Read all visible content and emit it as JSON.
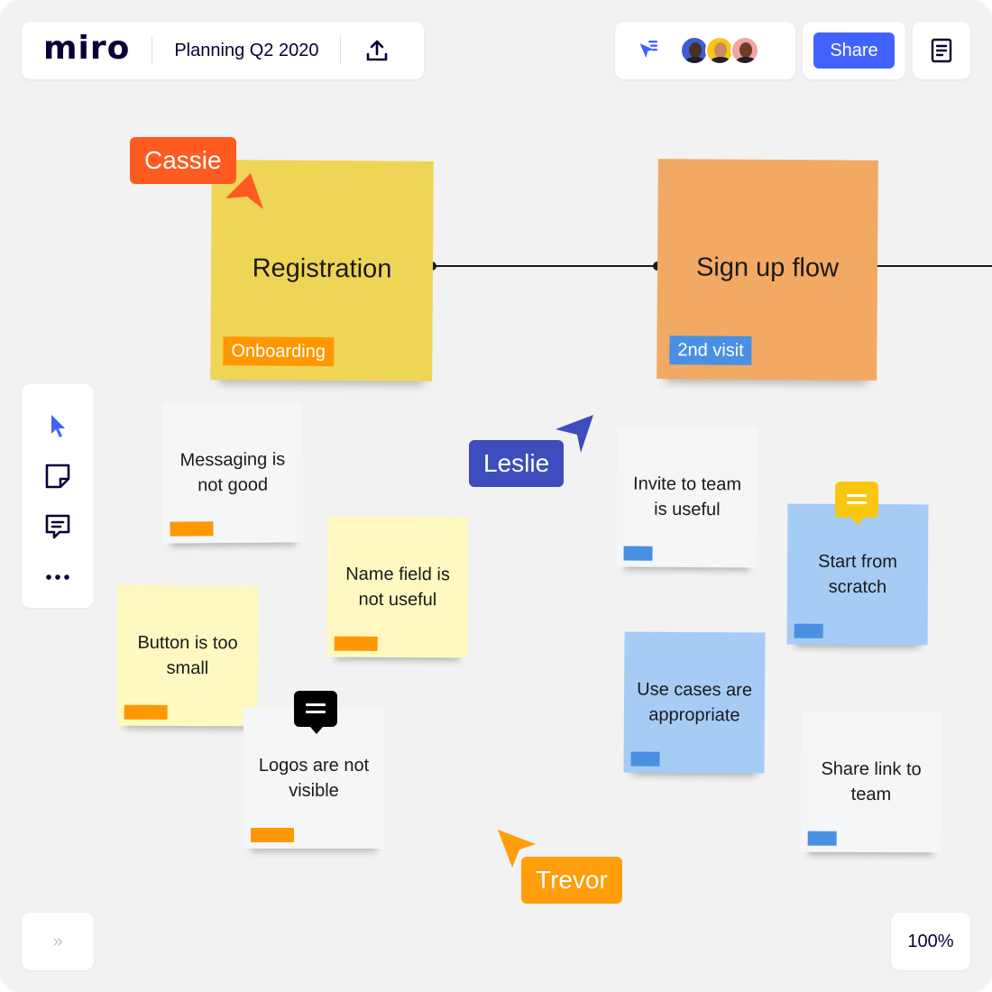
{
  "app": {
    "logo": "miro",
    "board_title": "Planning Q2 2020",
    "icons": {
      "upload": "upload-icon",
      "follow": "follow-cursor-icon",
      "notes": "notes-icon"
    }
  },
  "collaborators": [
    {
      "name": "avatar-1",
      "skin": "#4a3020",
      "bg": "#3f5bd8"
    },
    {
      "name": "avatar-2",
      "skin": "#c98b5e",
      "bg": "#fac710"
    },
    {
      "name": "avatar-3",
      "skin": "#6b3f26",
      "bg": "#f2a3a3"
    }
  ],
  "toolbar": {
    "share_label": "Share",
    "zoom_label": "100%",
    "expand_label": "»",
    "tools": [
      "select-tool-icon",
      "sticky-note-tool-icon",
      "comment-tool-icon",
      "more-tools-icon"
    ]
  },
  "flow": [
    {
      "title": "Registration",
      "tag": "Onboarding",
      "color": "#efd556",
      "tag_color": "#ff9800"
    },
    {
      "title": "Sign up flow",
      "tag": "2nd visit",
      "color": "#f2a963",
      "tag_color": "#4a90e2"
    }
  ],
  "stickies": [
    {
      "text": "Messaging is not good",
      "color": "#f5f6f8",
      "mark": "#ff9800"
    },
    {
      "text": "Name field is not useful",
      "color": "#fff9c1",
      "mark": "#ff9800"
    },
    {
      "text": "Button is too small",
      "color": "#fff9c1",
      "mark": "#ff9800"
    },
    {
      "text": "Logos are not visible",
      "color": "#f5f6f8",
      "mark": "#ff9800"
    },
    {
      "text": "Invite to team is useful",
      "color": "#f5f6f8",
      "mark": "#4a90e2"
    },
    {
      "text": "Start from scratch",
      "color": "#a6ccf5",
      "mark": "#4a90e2"
    },
    {
      "text": "Use cases are appropriate",
      "color": "#a6ccf5",
      "mark": "#4a90e2"
    },
    {
      "text": "Share link to team",
      "color": "#f5f6f8",
      "mark": "#4a90e2"
    }
  ],
  "cursors": [
    {
      "name": "Cassie",
      "color": "#ff5a1f"
    },
    {
      "name": "Leslie",
      "color": "#3d4dbd"
    },
    {
      "name": "Trevor",
      "color": "#ff9d0a"
    }
  ],
  "colors": {
    "accent": "#4262ff",
    "canvas": "#f2f2f2",
    "ink": "#050038"
  }
}
